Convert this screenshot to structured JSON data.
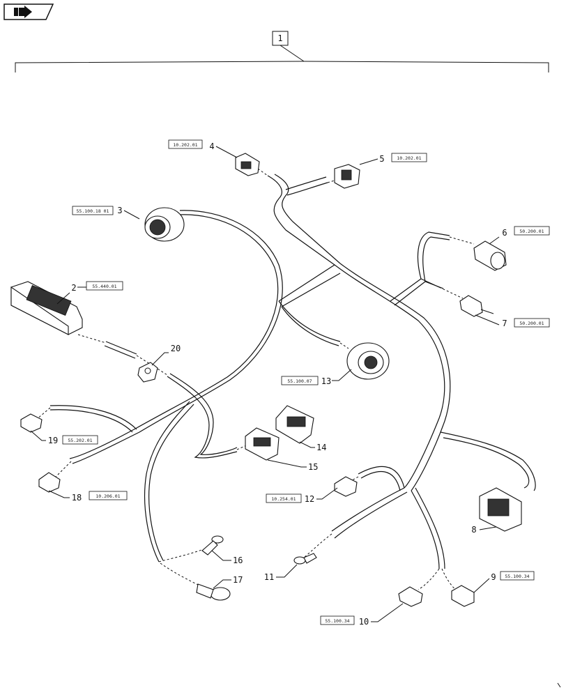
{
  "nav": {
    "icon": "next-page-arrow-icon"
  },
  "assembly": {
    "item": "1"
  },
  "callouts": [
    {
      "num": "2",
      "ref": "55.440.01"
    },
    {
      "num": "3",
      "ref": "55.100.18 01"
    },
    {
      "num": "4",
      "ref": "10.202.01"
    },
    {
      "num": "5",
      "ref": "10.202.01"
    },
    {
      "num": "6",
      "ref": "50.200.01"
    },
    {
      "num": "7",
      "ref": "50.200.01"
    },
    {
      "num": "8",
      "ref": ""
    },
    {
      "num": "9",
      "ref": "55.100.34"
    },
    {
      "num": "10",
      "ref": "55.100.34"
    },
    {
      "num": "11",
      "ref": ""
    },
    {
      "num": "12",
      "ref": "10.254.01"
    },
    {
      "num": "13",
      "ref": "55.100.07"
    },
    {
      "num": "14",
      "ref": ""
    },
    {
      "num": "15",
      "ref": ""
    },
    {
      "num": "16",
      "ref": ""
    },
    {
      "num": "17",
      "ref": ""
    },
    {
      "num": "18",
      "ref": "10.206.01"
    },
    {
      "num": "19",
      "ref": "55.202.01"
    },
    {
      "num": "20",
      "ref": ""
    }
  ]
}
